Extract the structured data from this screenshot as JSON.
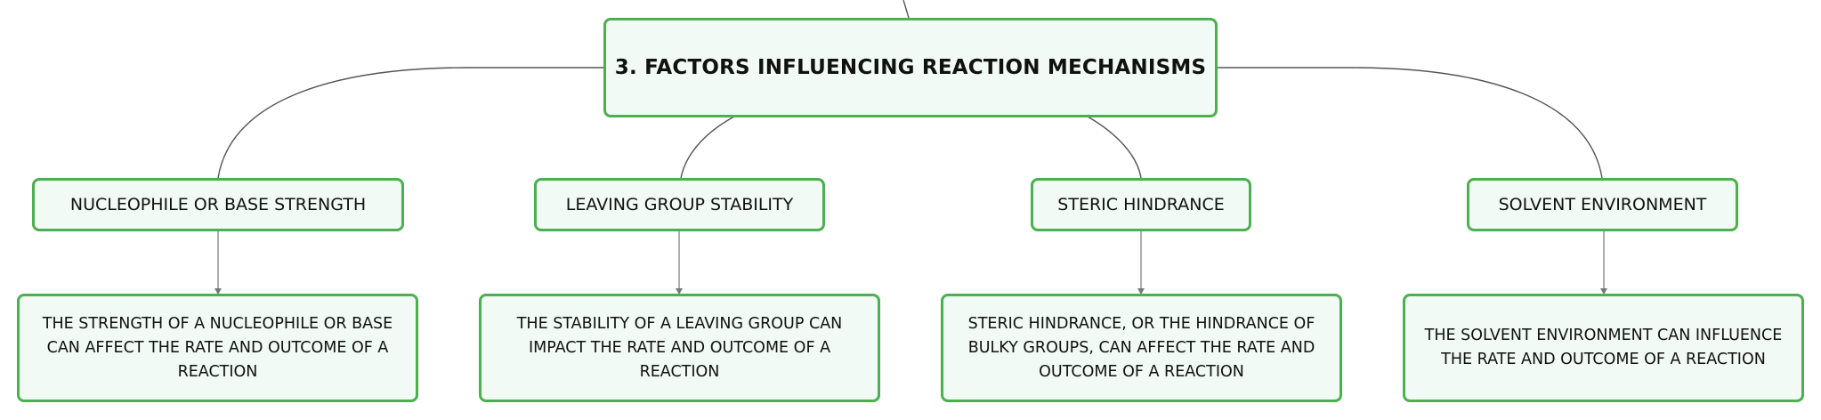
{
  "diagram": {
    "root": {
      "label": "3. FACTORS INFLUENCING REACTION MECHANISMS"
    },
    "branches": [
      {
        "topic": "NUCLEOPHILE OR BASE STRENGTH",
        "description": "THE STRENGTH OF A NUCLEOPHILE OR BASE CAN AFFECT THE RATE AND OUTCOME OF A REACTION"
      },
      {
        "topic": "LEAVING GROUP STABILITY",
        "description": "THE STABILITY OF A LEAVING GROUP CAN IMPACT THE RATE AND OUTCOME OF A REACTION"
      },
      {
        "topic": "STERIC HINDRANCE",
        "description": "STERIC HINDRANCE, OR THE HINDRANCE OF BULKY GROUPS, CAN AFFECT THE RATE AND OUTCOME OF A REACTION"
      },
      {
        "topic": "SOLVENT ENVIRONMENT",
        "description": "THE SOLVENT ENVIRONMENT CAN INFLUENCE THE RATE AND OUTCOME OF A REACTION"
      }
    ],
    "colors": {
      "node_border": "#4caf50",
      "node_fill": "#f1faf4",
      "connector": "#555555",
      "text": "#111111"
    }
  }
}
